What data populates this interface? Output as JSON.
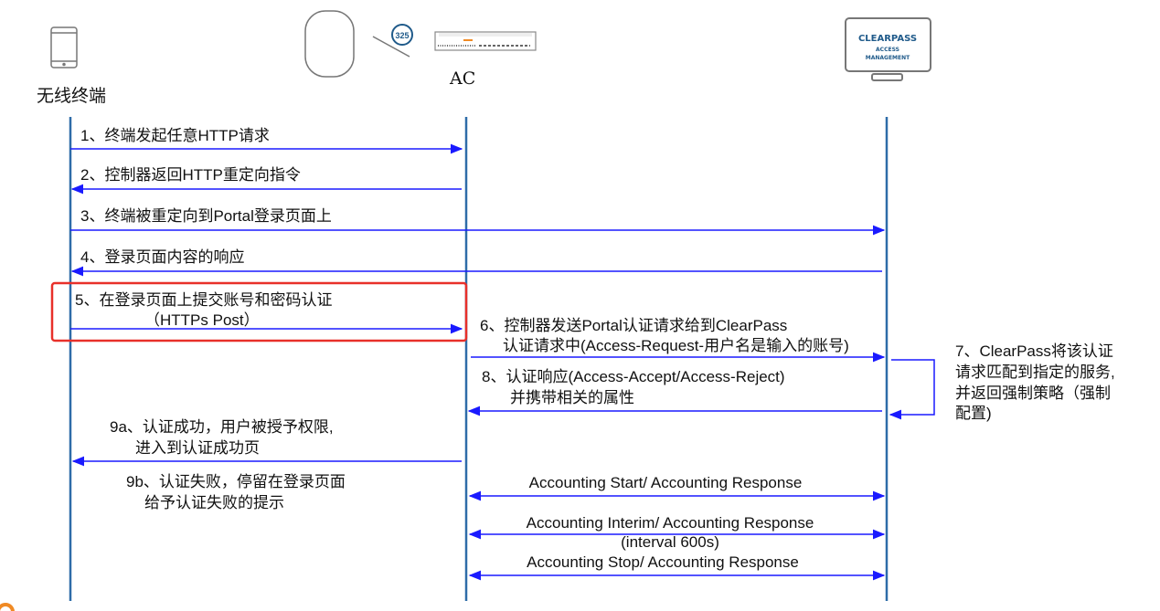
{
  "participants": {
    "terminal": "无线终端",
    "ac": "AC",
    "ap_badge": "325",
    "clearpass_title": "CLEARPASS",
    "clearpass_sub1": "ACCESS",
    "clearpass_sub2": "MANAGEMENT"
  },
  "messages": {
    "m1": "1、终端发起任意HTTP请求",
    "m2": "2、控制器返回HTTP重定向指令",
    "m3": "3、终端被重定向到Portal登录页面上",
    "m4": "4、登录页面内容的响应",
    "m5_l1": "5、在登录页面上提交账号和密码认证",
    "m5_l2": "（HTTPs  Post）",
    "m6_l1": "6、控制器发送Portal认证请求给到ClearPass",
    "m6_l2": "认证请求中(Access-Request-用户名是输入的账号)",
    "m7_l1": "7、ClearPass将该认证",
    "m7_l2": "请求匹配到指定的服务,",
    "m7_l3": "并返回强制策略（强制",
    "m7_l4": "配置)",
    "m8_l1": "8、认证响应(Access-Accept/Access-Reject)",
    "m8_l2": "并携带相关的属性",
    "m9a_l1": "9a、认证成功，用户被授予权限,",
    "m9a_l2": "进入到认证成功页",
    "m9b_l1": "9b、认证失败，停留在登录页面",
    "m9b_l2": "给予认证失败的提示",
    "acct_start": "Accounting Start/ Accounting Response",
    "acct_interim": "Accounting Interim/ Accounting Response",
    "acct_interval": "(interval 600s)",
    "acct_stop": "Accounting Stop/ Accounting Response"
  },
  "colors": {
    "lifeline": "#2e6ca8",
    "arrow": "#1a1aff",
    "highlight": "#e8302a",
    "brand": "#1f5a8a"
  }
}
